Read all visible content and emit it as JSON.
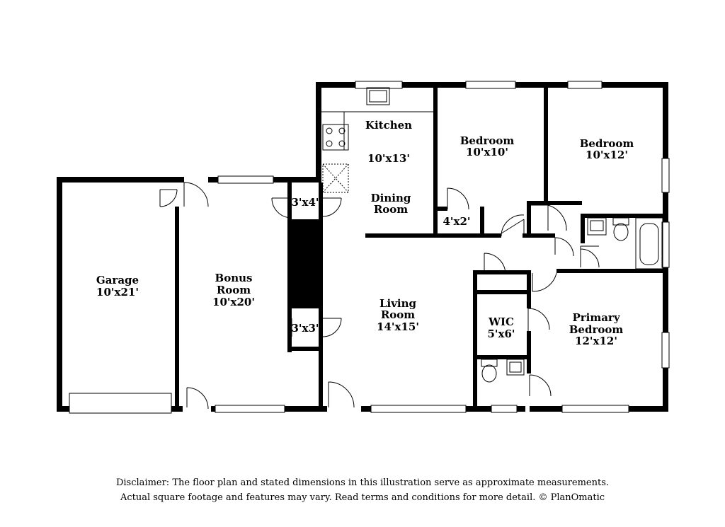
{
  "rooms": {
    "garage": {
      "name": "Garage",
      "dims": "10'x21'"
    },
    "bonus": {
      "name1": "Bonus",
      "name2": "Room",
      "dims": "10'x20'"
    },
    "kitchen": {
      "name": "Kitchen",
      "dims": "10'x13'"
    },
    "dining": {
      "name1": "Dining",
      "name2": "Room"
    },
    "bedroom_a": {
      "name": "Bedroom",
      "dims": "10'x10'"
    },
    "bedroom_b": {
      "name": "Bedroom",
      "dims": "10'x12'"
    },
    "living": {
      "name1": "Living",
      "name2": "Room",
      "dims": "14'x15'"
    },
    "wic": {
      "name": "WIC",
      "dims": "5'x6'"
    },
    "primary": {
      "name1": "Primary",
      "name2": "Bedroom",
      "dims": "12'x12'"
    },
    "closet_top": {
      "dims": "3'x4'"
    },
    "closet_bottom": {
      "dims": "3'x3'"
    },
    "closet_small": {
      "dims": "4'x2'"
    }
  },
  "disclaimer": {
    "line1": "Disclaimer: The floor plan and stated dimensions in this illustration serve as approximate measurements.",
    "line2": "Actual square footage and features may vary. Read terms and conditions for more detail. © PlanOmatic"
  }
}
